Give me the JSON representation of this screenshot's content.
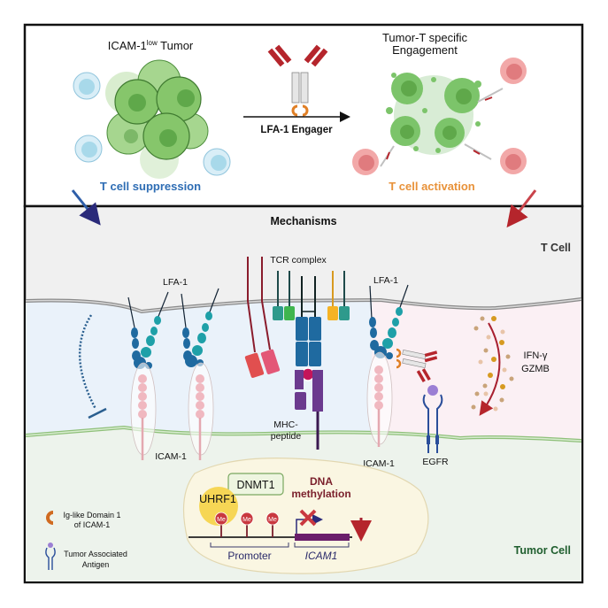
{
  "top_panel": {
    "left_title": "ICAM-1",
    "left_title_sup": "low",
    "left_title_suffix": " Tumor",
    "left_caption": "T cell suppression",
    "engager_label": "LFA-1 Engager",
    "right_title_line1": "Tumor-T specific",
    "right_title_line2": "Engagement",
    "right_caption": "T cell activation"
  },
  "bottom_panel": {
    "title": "Mechanisms",
    "t_cell_label": "T Cell",
    "tumor_cell_label": "Tumor Cell",
    "lfa1_left_label": "LFA-1",
    "lfa1_right_label": "LFA-1",
    "tcr_label": "TCR complex",
    "mhc_label_line1": "MHC-",
    "mhc_label_line2": "peptide",
    "icam1_left_label": "ICAM-1",
    "icam1_right_label": "ICAM-1",
    "egfr_label": "EGFR",
    "cytokine_line1": "IFN-γ",
    "cytokine_line2": "GZMB",
    "nucleus": {
      "dnmt1": "DNMT1",
      "uhrf1": "UHRF1",
      "methylation_line1": "DNA",
      "methylation_line2": "methylation",
      "me_marks": [
        "Me",
        "Me",
        "Me"
      ],
      "promoter": "Promoter",
      "gene": "ICAM1"
    }
  },
  "legend": {
    "items": [
      {
        "icon": "ig-like-domain-icon",
        "line1": "Ig-like Domain 1",
        "line2": "of ICAM-1"
      },
      {
        "icon": "tumor-antigen-icon",
        "line1": "Tumor Associated",
        "line2": "Antigen"
      }
    ]
  },
  "colors": {
    "suppression_blue": "#2e6db4",
    "activation_orange": "#e8923a",
    "tumor_green": "#1f5e2e",
    "methylation_red": "#7a1f2b",
    "arrow_red": "#c9434a"
  }
}
